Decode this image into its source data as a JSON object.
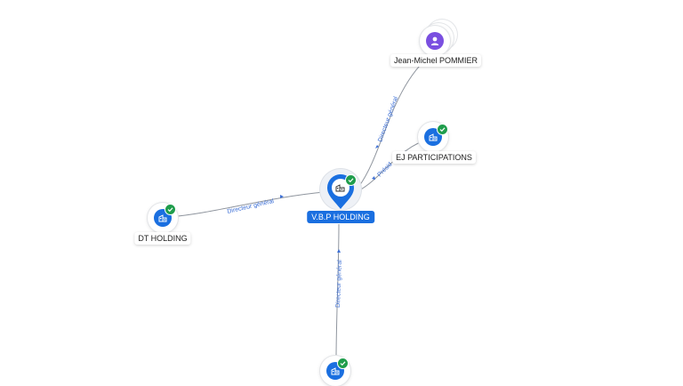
{
  "colors": {
    "accent": "#1a6fe0",
    "person": "#7a4fe0",
    "verified": "#1f9d4c",
    "edge_label": "#3c6fd6"
  },
  "nodes": {
    "main": {
      "label": "V.B.P HOLDING",
      "icon": "building-icon",
      "verified": true
    },
    "person": {
      "label": "Jean-Michel POMMIER",
      "icon": "person-icon"
    },
    "ej": {
      "label": "EJ PARTICIPATIONS",
      "icon": "building-icon",
      "verified": true
    },
    "dt": {
      "label": "DT HOLDING",
      "icon": "building-icon",
      "verified": true
    },
    "bottom": {
      "label": "",
      "icon": "building-icon",
      "verified": true
    }
  },
  "edges": {
    "person": {
      "label": "Directeur général"
    },
    "ej": {
      "label": "Présid"
    },
    "dt": {
      "label": "Directeur général"
    },
    "bottom": {
      "label": "Directeur général"
    }
  }
}
